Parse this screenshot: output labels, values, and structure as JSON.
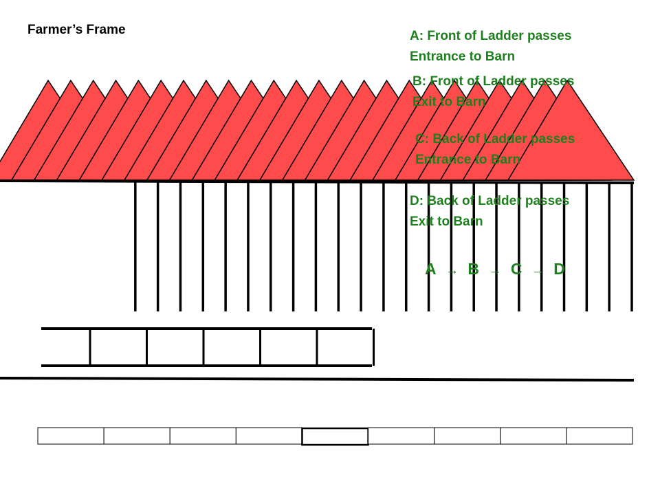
{
  "title": "Farmer’s Frame",
  "colors": {
    "roof": "#ff4b4b",
    "outline": "#000000",
    "caption": "#1e7f1e"
  },
  "events": [
    {
      "id": "A",
      "line1": "A:  Front of Ladder passes",
      "line2": "Entrance to Barn"
    },
    {
      "id": "B",
      "line1": "B:  Front of Ladder passes",
      "line2": "Exit to Barn"
    },
    {
      "id": "C",
      "line1": "C:  Back of Ladder passes",
      "line2": "Entrance to Barn"
    },
    {
      "id": "D",
      "line1": "D:  Back of Ladder passes",
      "line2": "Exit to Barn"
    }
  ],
  "sequence": {
    "steps": [
      "A",
      "B",
      "C",
      "D"
    ],
    "arrow": "→"
  },
  "barn_frame_count": 24,
  "ladder_rung_count": 5,
  "ruler_segment_count": 9
}
